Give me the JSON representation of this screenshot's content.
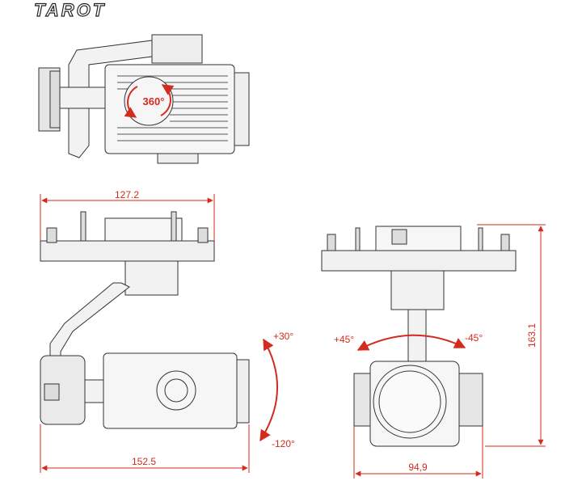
{
  "brand": {
    "logo_text": "TAROT"
  },
  "top_view": {
    "rotation_label": "360°"
  },
  "side_view": {
    "width_top": "127.2",
    "width_bottom": "152.5",
    "tilt_up": "+30°",
    "tilt_down": "-120°"
  },
  "front_view": {
    "roll_left": "+45°",
    "roll_right": "-45°",
    "height": "163.1",
    "width": "94,9"
  },
  "colors": {
    "dimension": "#d32b1e",
    "line": "#333333",
    "body_fill": "#eeeeee"
  }
}
